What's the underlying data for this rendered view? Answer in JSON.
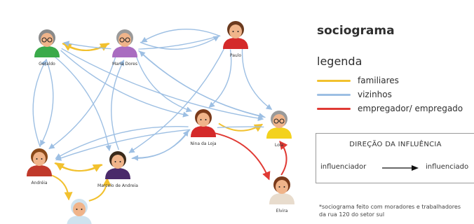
{
  "title": "sociograma",
  "legend": {
    "title": "legenda",
    "items": [
      {
        "label": "familiares",
        "color": "#f2c12e"
      },
      {
        "label": "vizinhos",
        "color": "#9dbfe3"
      },
      {
        "label": "empregador/ empregado",
        "color": "#e03a34"
      }
    ]
  },
  "direction": {
    "title": "DIREÇÃO DA INFLUÊNCIA",
    "from": "influenciador",
    "to": "influenciado"
  },
  "footnote": "*sociograma feito com moradores e trabalhadores da rua 120 do setor sul",
  "people": [
    {
      "id": "geraldo",
      "label": "Geraldo",
      "shirt": "#3aaa4a",
      "hair": "#8a8a8a",
      "face": "#f0b48a",
      "glasses": true
    },
    {
      "id": "maria",
      "label": "Maria Dores",
      "shirt": "#a96cc0",
      "hair": "#9a9a9a",
      "face": "#f0b48a",
      "glasses": true
    },
    {
      "id": "paulo",
      "label": "Paulo",
      "shirt": "#d42a2a",
      "hair": "#6b3a1e",
      "face": "#f0b48a",
      "glasses": false
    },
    {
      "id": "nina",
      "label": "Nina da Loja",
      "shirt": "#d42a2a",
      "hair": "#7a3a1a",
      "face": "#f0b48a",
      "glasses": false
    },
    {
      "id": "lola",
      "label": "Lola",
      "shirt": "#f3d21e",
      "hair": "#9a9a9a",
      "face": "#f0b48a",
      "glasses": true
    },
    {
      "id": "andreia",
      "label": "Andréia",
      "shirt": "#c0392b",
      "hair": "#8a4a1a",
      "face": "#f0b48a",
      "glasses": false
    },
    {
      "id": "marcelo",
      "label": "Marcelo de Andreia",
      "shirt": "#4a2a6a",
      "hair": "#3a2a1a",
      "face": "#f0b48a",
      "glasses": false
    },
    {
      "id": "elvira",
      "label": "Elvira",
      "shirt": "#e8dccd",
      "hair": "#7a3a1a",
      "face": "#f0b48a",
      "glasses": false
    },
    {
      "id": "baby",
      "label": "",
      "shirt": "#cfe3ef",
      "hair": "#cfe3ef",
      "face": "#f0b48a",
      "glasses": false
    }
  ],
  "edges": [
    {
      "from": "geraldo",
      "to": "maria",
      "type": "familiares"
    },
    {
      "from": "maria",
      "to": "geraldo",
      "type": "familiares"
    },
    {
      "from": "nina",
      "to": "lola",
      "type": "familiares"
    },
    {
      "from": "marcelo",
      "to": "andreia",
      "type": "familiares"
    },
    {
      "from": "andreia",
      "to": "marcelo",
      "type": "familiares"
    },
    {
      "from": "andreia",
      "to": "baby",
      "type": "familiares"
    },
    {
      "from": "baby",
      "to": "marcelo",
      "type": "familiares"
    },
    {
      "from": "nina",
      "to": "elvira",
      "type": "empregador/ empregado"
    },
    {
      "from": "elvira",
      "to": "lola",
      "type": "empregador/ empregado"
    },
    {
      "from": "paulo",
      "to": "geraldo",
      "type": "vizinhos"
    },
    {
      "from": "paulo",
      "to": "maria",
      "type": "vizinhos"
    },
    {
      "from": "paulo",
      "to": "nina",
      "type": "vizinhos"
    },
    {
      "from": "paulo",
      "to": "lola",
      "type": "vizinhos"
    },
    {
      "from": "paulo",
      "to": "marcelo",
      "type": "vizinhos"
    },
    {
      "from": "geraldo",
      "to": "nina",
      "type": "vizinhos"
    },
    {
      "from": "geraldo",
      "to": "andreia",
      "type": "vizinhos"
    },
    {
      "from": "geraldo",
      "to": "lola",
      "type": "vizinhos"
    },
    {
      "from": "geraldo",
      "to": "marcelo",
      "type": "vizinhos"
    },
    {
      "from": "maria",
      "to": "nina",
      "type": "vizinhos"
    },
    {
      "from": "maria",
      "to": "andreia",
      "type": "vizinhos"
    },
    {
      "from": "maria",
      "to": "lola",
      "type": "vizinhos"
    },
    {
      "from": "marcelo",
      "to": "maria",
      "type": "vizinhos"
    },
    {
      "from": "nina",
      "to": "andreia",
      "type": "vizinhos"
    },
    {
      "from": "nina",
      "to": "marcelo",
      "type": "vizinhos"
    },
    {
      "from": "lola",
      "to": "andreia",
      "type": "vizinhos"
    },
    {
      "from": "lola",
      "to": "maria",
      "type": "vizinhos"
    },
    {
      "from": "marcelo",
      "to": "nina",
      "type": "vizinhos"
    },
    {
      "from": "andreia",
      "to": "geraldo",
      "type": "vizinhos"
    },
    {
      "from": "maria",
      "to": "paulo",
      "type": "vizinhos"
    }
  ]
}
